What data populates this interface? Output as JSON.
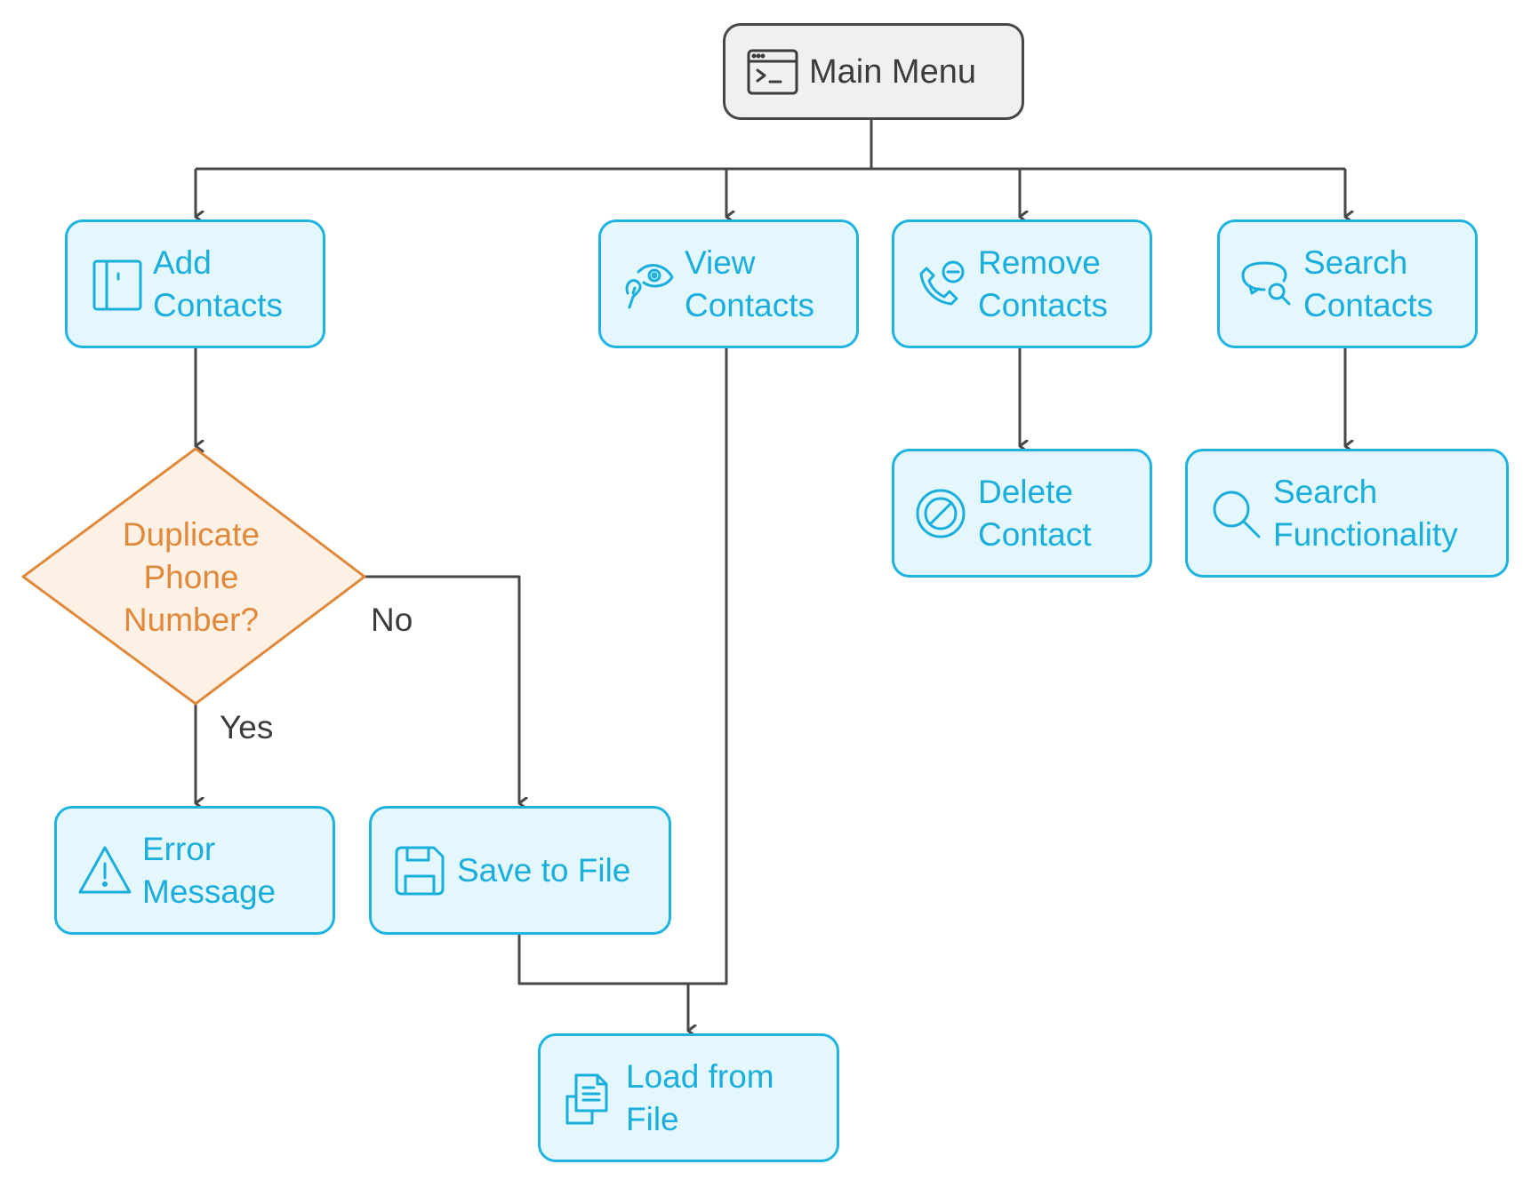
{
  "colors": {
    "node_fill": "#e4f7fc",
    "node_border": "#1fb3e0",
    "node_text": "#1aaedd",
    "root_fill": "#f0f0f0",
    "root_border": "#474747",
    "decision_fill": "#fdf0e4",
    "decision_border": "#e0893a",
    "decision_text": "#e0893a",
    "connector": "#474747"
  },
  "nodes": {
    "main_menu": {
      "label": "Main Menu",
      "icon": "terminal-window-icon"
    },
    "add_contacts": {
      "label": "Add Contacts",
      "icon": "address-book-icon"
    },
    "view_contacts": {
      "label": "View Contacts",
      "icon": "eye-icon"
    },
    "remove_contacts": {
      "label": "Remove Contacts",
      "icon": "phone-minus-icon"
    },
    "search_contacts": {
      "label": "Search Contacts",
      "icon": "chat-search-icon"
    },
    "delete_contact": {
      "label": "Delete Contact",
      "icon": "prohibited-icon"
    },
    "search_functionality": {
      "label": "Search Functionality",
      "icon": "magnifier-icon"
    },
    "duplicate_phone": {
      "label": "Duplicate Phone Number?"
    },
    "error_message": {
      "label": "Error Message",
      "icon": "warning-triangle-icon"
    },
    "save_to_file": {
      "label": "Save to File",
      "icon": "floppy-disk-icon"
    },
    "load_from_file": {
      "label": "Load from File",
      "icon": "documents-icon"
    }
  },
  "edge_labels": {
    "no": "No",
    "yes": "Yes"
  }
}
